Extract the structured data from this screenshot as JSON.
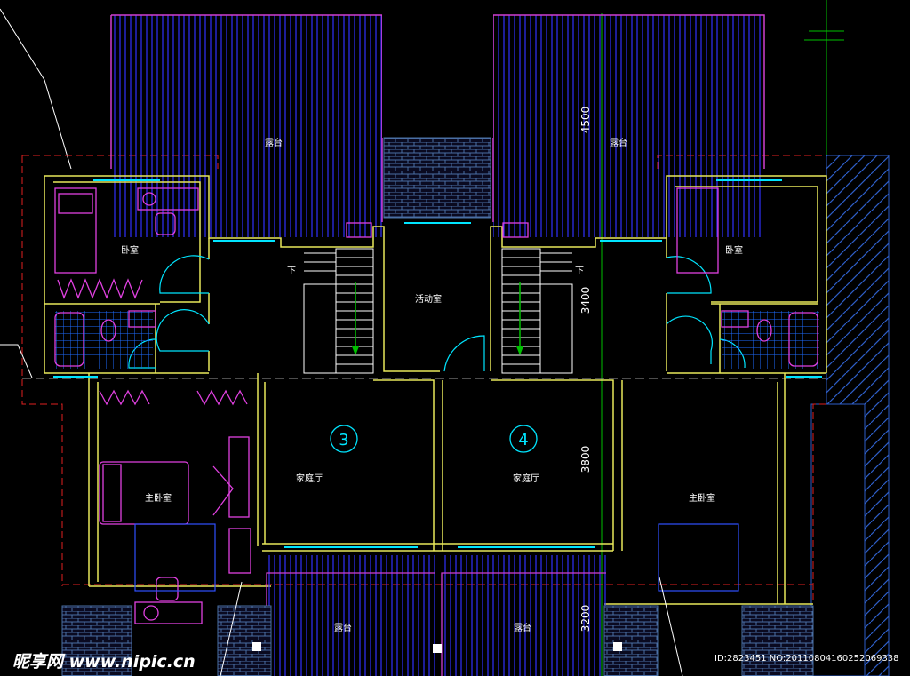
{
  "labels": {
    "terrace": "露台",
    "bedroom": "卧室",
    "activity_room": "活动室",
    "family_hall": "家庭厅",
    "master_bedroom": "主卧室",
    "down": "下"
  },
  "unit_numbers": {
    "left": "3",
    "right": "4"
  },
  "dimensions": [
    "4500",
    "3400",
    "3800",
    "3200"
  ],
  "watermark": {
    "site": "昵享网 www.nipic.cn",
    "id": "ID:2823451 NO:20110804160252069338"
  },
  "colors": {
    "background": "#000000",
    "wall": "#e8e85a",
    "furniture": "#e040e0",
    "terrace_hatch": "#3030ff",
    "brick": "#4a6fa5",
    "cyan": "#00e5ff",
    "green": "#00c000",
    "red_dash": "#e02020",
    "magenta_outline": "#d040d0"
  }
}
